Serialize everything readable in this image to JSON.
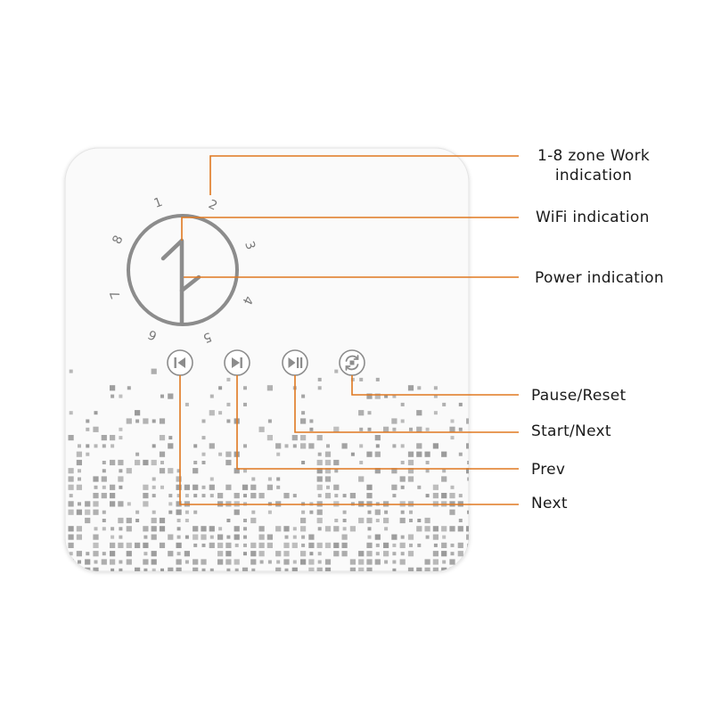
{
  "device": {
    "zones": [
      "1",
      "2",
      "3",
      "4",
      "5",
      "6",
      "7",
      "8"
    ],
    "zone_indicator_icon": "zone-one-glyph-icon",
    "buttons": [
      {
        "name": "prev-track-button",
        "icon": "skip-back-icon"
      },
      {
        "name": "play-next-button",
        "icon": "play-icon"
      },
      {
        "name": "play-pause-button",
        "icon": "play-pause-icon"
      },
      {
        "name": "reset-button",
        "icon": "refresh-icon"
      }
    ]
  },
  "callouts": {
    "zone_work": [
      "1-8 zone Work",
      "indication"
    ],
    "wifi": "WiFi indication",
    "power": "Power indication",
    "pause_reset": "Pause/Reset",
    "start_next": "Start/Next",
    "prev": "Prev",
    "next": "Next"
  },
  "colors": {
    "leader_line": "#e07820",
    "device_body": "#fafafa",
    "pattern_gray": "#9a9a9a",
    "icon_gray": "#8c8c8c"
  }
}
